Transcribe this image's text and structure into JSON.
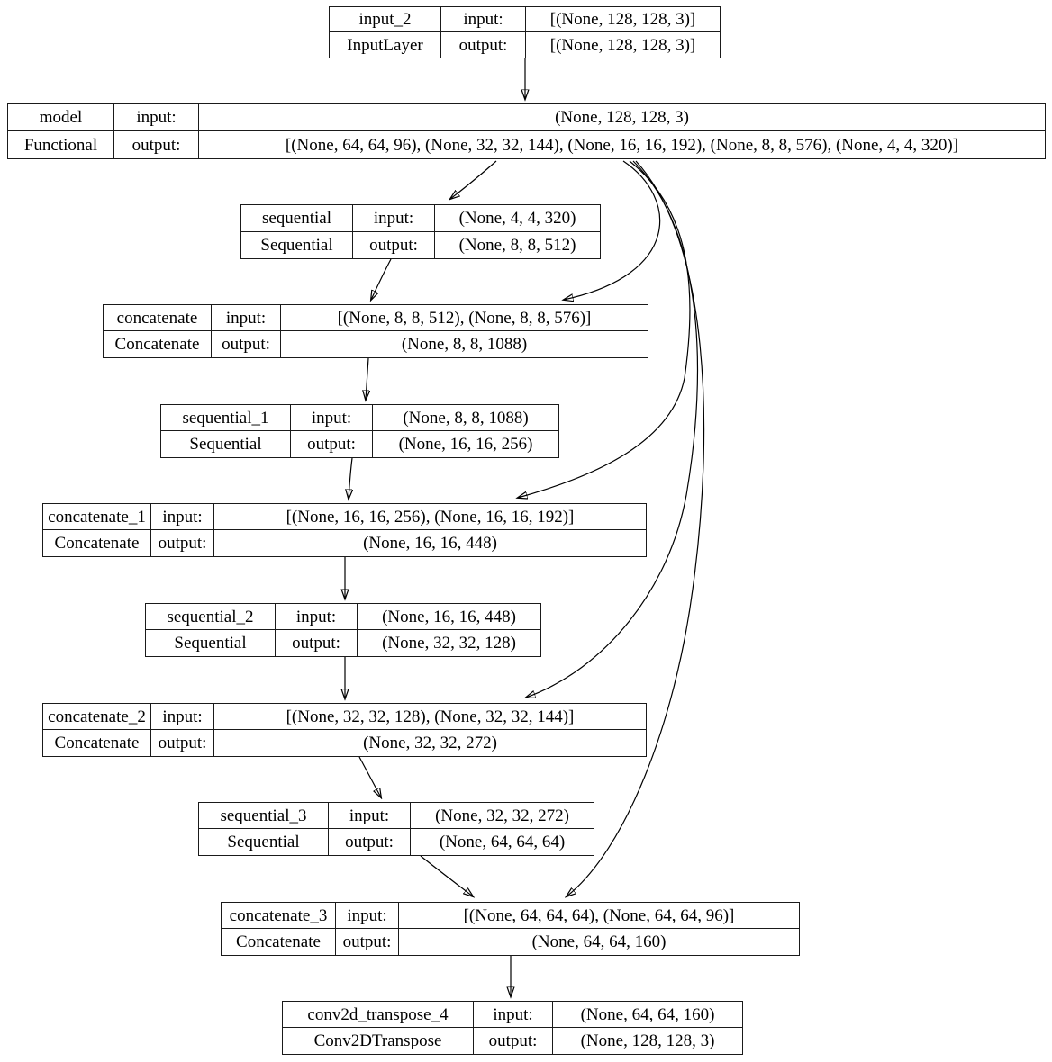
{
  "labels": {
    "input": "input:",
    "output": "output:"
  },
  "colors": {
    "border": "#1a1a1a",
    "background": "#ffffff",
    "text": "#000000",
    "edge": "#000000"
  },
  "nodes": [
    {
      "id": "input_2",
      "name": "input_2",
      "type": "InputLayer",
      "input": "[(None, 128, 128, 3)]",
      "output": "[(None, 128, 128, 3)]"
    },
    {
      "id": "model",
      "name": "model",
      "type": "Functional",
      "input": "(None, 128, 128, 3)",
      "output": "[(None, 64, 64, 96), (None, 32, 32, 144), (None, 16, 16, 192), (None, 8, 8, 576), (None, 4, 4, 320)]"
    },
    {
      "id": "sequential",
      "name": "sequential",
      "type": "Sequential",
      "input": "(None, 4, 4, 320)",
      "output": "(None, 8, 8, 512)"
    },
    {
      "id": "concatenate",
      "name": "concatenate",
      "type": "Concatenate",
      "input": "[(None, 8, 8, 512), (None, 8, 8, 576)]",
      "output": "(None, 8, 8, 1088)"
    },
    {
      "id": "sequential_1",
      "name": "sequential_1",
      "type": "Sequential",
      "input": "(None, 8, 8, 1088)",
      "output": "(None, 16, 16, 256)"
    },
    {
      "id": "concatenate_1",
      "name": "concatenate_1",
      "type": "Concatenate",
      "input": "[(None, 16, 16, 256), (None, 16, 16, 192)]",
      "output": "(None, 16, 16, 448)"
    },
    {
      "id": "sequential_2",
      "name": "sequential_2",
      "type": "Sequential",
      "input": "(None, 16, 16, 448)",
      "output": "(None, 32, 32, 128)"
    },
    {
      "id": "concatenate_2",
      "name": "concatenate_2",
      "type": "Concatenate",
      "input": "[(None, 32, 32, 128), (None, 32, 32, 144)]",
      "output": "(None, 32, 32, 272)"
    },
    {
      "id": "sequential_3",
      "name": "sequential_3",
      "type": "Sequential",
      "input": "(None, 32, 32, 272)",
      "output": "(None, 64, 64, 64)"
    },
    {
      "id": "concatenate_3",
      "name": "concatenate_3",
      "type": "Concatenate",
      "input": "[(None, 64, 64, 64), (None, 64, 64, 96)]",
      "output": "(None, 64, 64, 160)"
    },
    {
      "id": "conv2d_transpose_4",
      "name": "conv2d_transpose_4",
      "type": "Conv2DTranspose",
      "input": "(None, 64, 64, 160)",
      "output": "(None, 128, 128, 3)"
    }
  ],
  "edges": [
    {
      "from": "input_2",
      "to": "model"
    },
    {
      "from": "model",
      "to": "sequential"
    },
    {
      "from": "model",
      "to": "concatenate"
    },
    {
      "from": "model",
      "to": "concatenate_1"
    },
    {
      "from": "model",
      "to": "concatenate_2"
    },
    {
      "from": "model",
      "to": "concatenate_3"
    },
    {
      "from": "sequential",
      "to": "concatenate"
    },
    {
      "from": "concatenate",
      "to": "sequential_1"
    },
    {
      "from": "sequential_1",
      "to": "concatenate_1"
    },
    {
      "from": "concatenate_1",
      "to": "sequential_2"
    },
    {
      "from": "sequential_2",
      "to": "concatenate_2"
    },
    {
      "from": "concatenate_2",
      "to": "sequential_3"
    },
    {
      "from": "sequential_3",
      "to": "concatenate_3"
    },
    {
      "from": "concatenate_3",
      "to": "conv2d_transpose_4"
    }
  ]
}
